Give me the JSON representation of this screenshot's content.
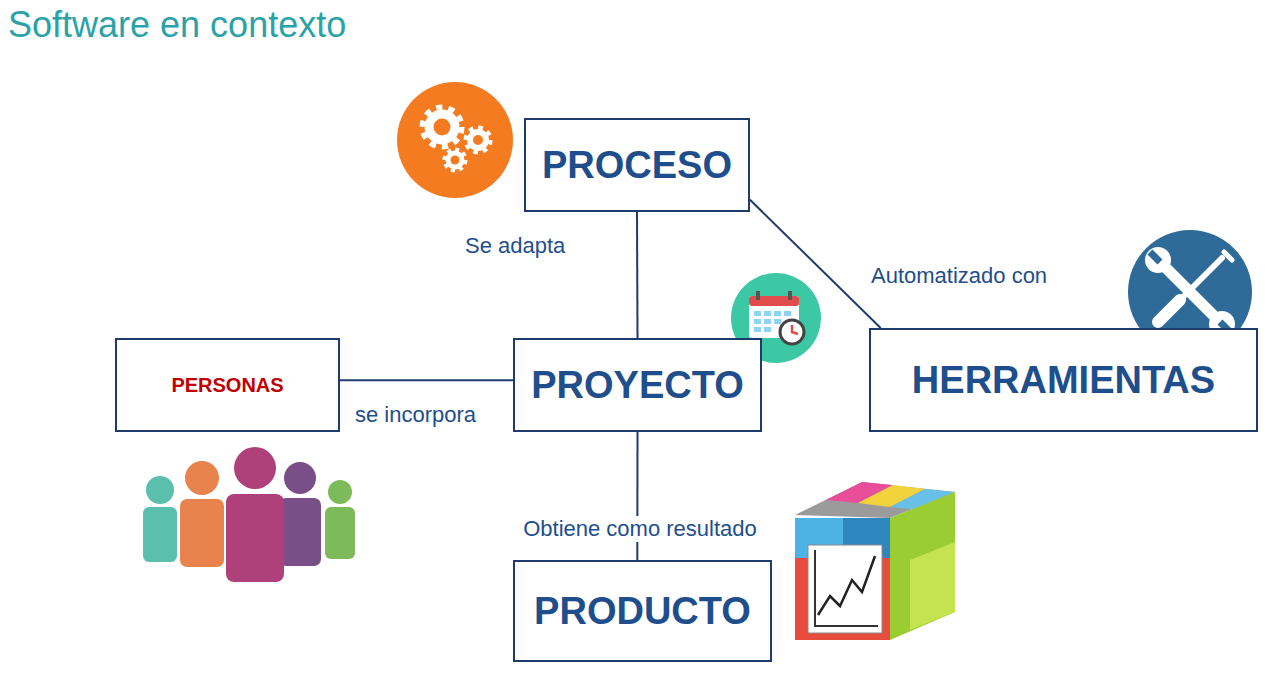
{
  "diagram": {
    "title": "Software en contexto",
    "nodes": [
      {
        "text": [
          "PROCESO"
        ]
      },
      {
        "text": [
          "PERSONAS"
        ]
      },
      {
        "text": [
          "PROYECTO"
        ]
      },
      {
        "text": [
          "HERRAMIENTAS"
        ]
      },
      {
        "text": [
          "PRODUCTO"
        ]
      }
    ],
    "edges": [
      {
        "from": 0,
        "to": 2,
        "label": "Se adapta",
        "arrow": "none"
      },
      {
        "from": 0,
        "to": 3,
        "label": "Automatizado con",
        "arrow": "none"
      },
      {
        "from": 1,
        "to": 2,
        "label": "se incorpora",
        "arrow": "none"
      },
      {
        "from": 2,
        "to": 4,
        "label": "Obtiene como resultado",
        "arrow": "none"
      }
    ]
  }
}
